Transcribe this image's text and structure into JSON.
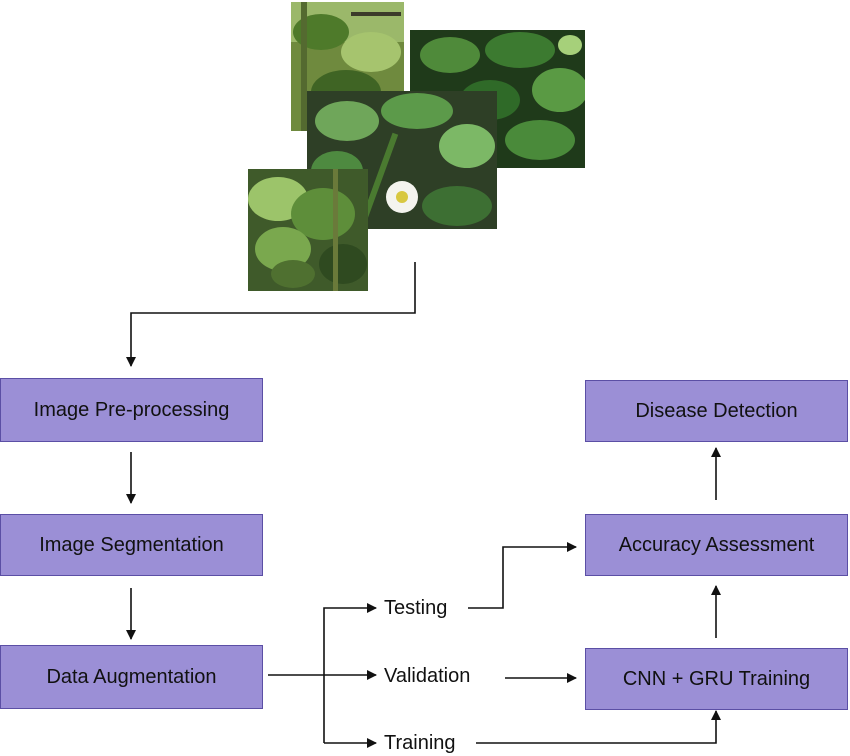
{
  "steps": {
    "preprocessing": "Image Pre-processing",
    "segmentation": "Image Segmentation",
    "augmentation": "Data Augmentation",
    "training_model": "CNN + GRU Training",
    "accuracy": "Accuracy Assessment",
    "detection": "Disease Detection"
  },
  "splits": {
    "testing": "Testing",
    "validation": "Validation",
    "training": "Training"
  },
  "colors": {
    "box_fill": "#9b8fd6",
    "box_border": "#5b4fa5",
    "arrow": "#111111"
  },
  "images": [
    "plant-photo-stem",
    "plant-photo-potato-leaves",
    "plant-photo-flower",
    "plant-photo-leaves"
  ]
}
